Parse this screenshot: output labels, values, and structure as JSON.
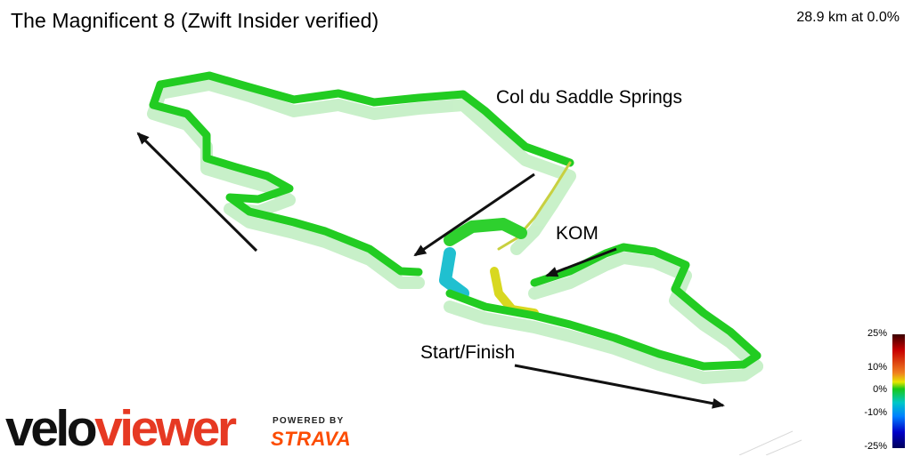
{
  "header": {
    "route_title": "The Magnificent 8 (Zwift Insider verified)",
    "route_stats": "28.9 km at 0.0%"
  },
  "annotations": {
    "col_du_saddle_springs": "Col du Saddle Springs",
    "kom": "KOM",
    "start_finish": "Start/Finish"
  },
  "branding": {
    "veloviewer_part1": "velo",
    "veloviewer_part2": "viewer",
    "powered_by": "POWERED BY",
    "strava": "STRAVA"
  },
  "gradient_legend": {
    "labels": [
      "25%",
      "10%",
      "0%",
      "-10%",
      "-25%"
    ]
  },
  "colors": {
    "route_flat": "#22cc22",
    "route_climb": "#d8d820",
    "route_descent": "#20c0d0",
    "arrow": "#111111",
    "veloviewer_red": "#e63923",
    "strava_orange": "#fc4c02"
  }
}
